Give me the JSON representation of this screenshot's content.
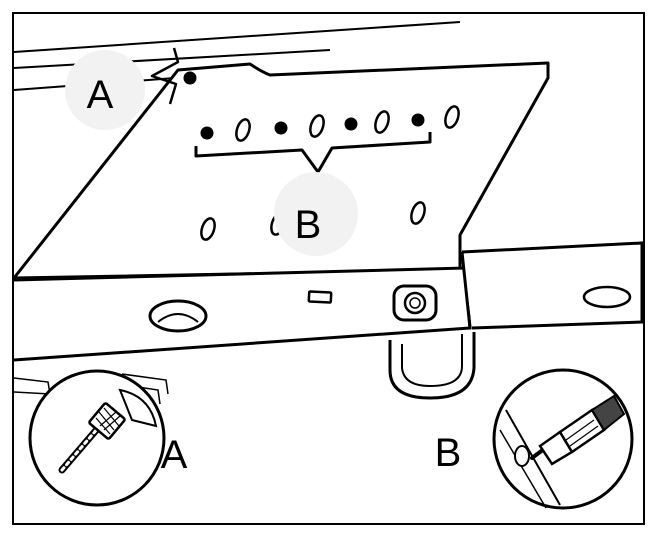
{
  "labels": {
    "callout_a": "A",
    "callout_b": "B",
    "detail_a": "A",
    "detail_b": "B"
  },
  "colors": {
    "stroke": "#000000",
    "fill": "#ffffff",
    "label_bubble": "#f2f2f2"
  },
  "icons": {
    "detail_a_tool": "brush-icon",
    "detail_b_tool": "screwdriver-icon"
  }
}
